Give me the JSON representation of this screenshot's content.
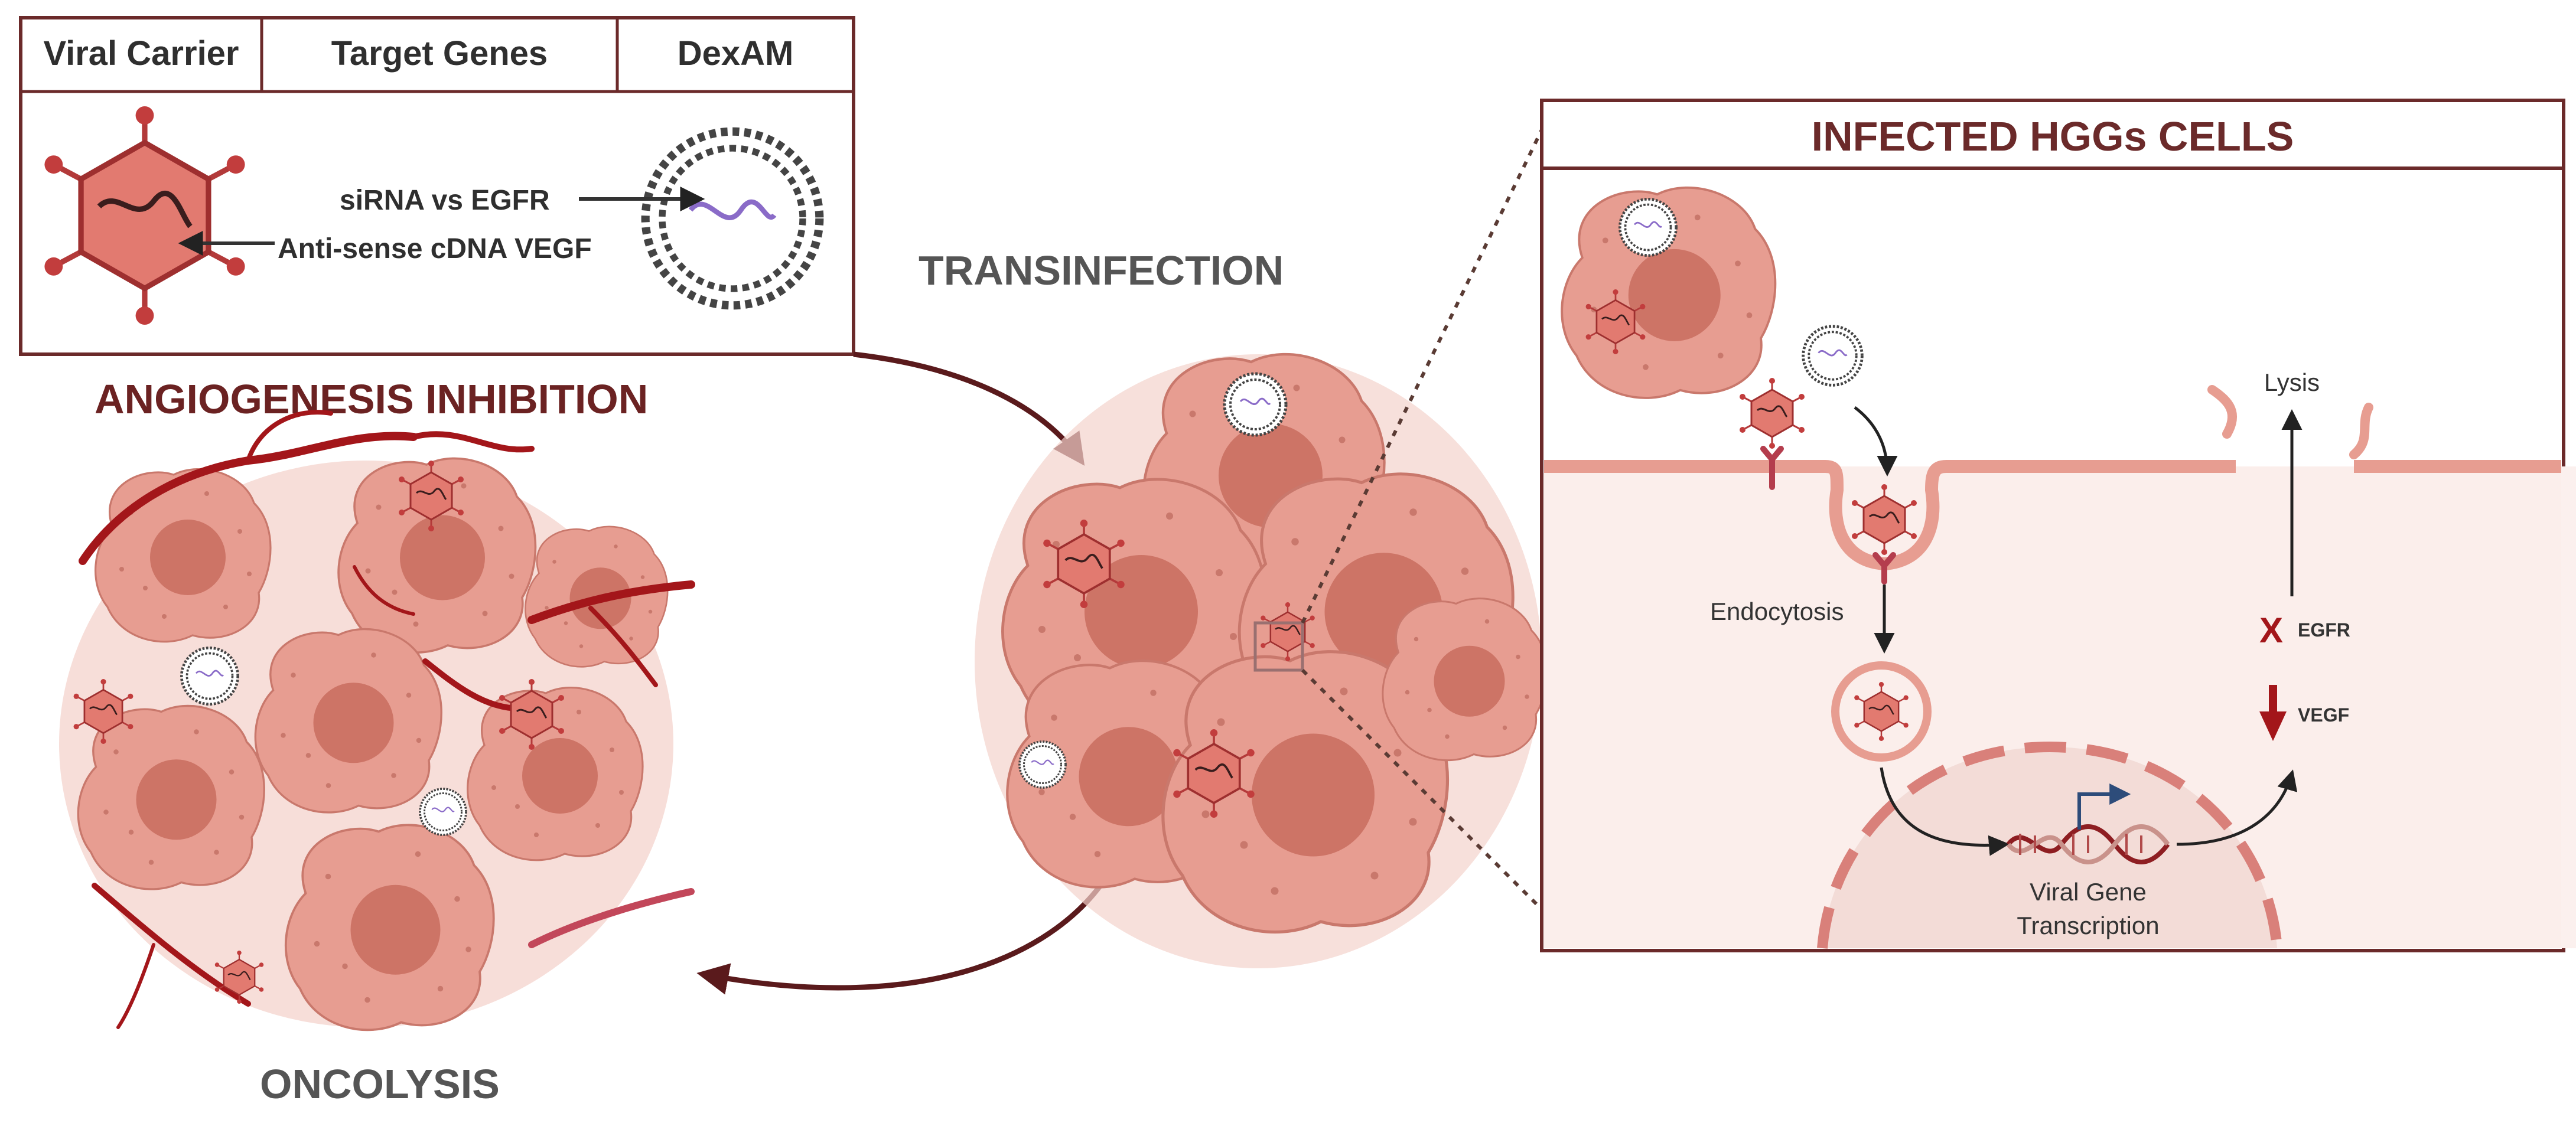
{
  "legend": {
    "headers": [
      "Viral Carrier",
      "Target Genes",
      "DexAM"
    ],
    "gene_labels": [
      "siRNA vs EGFR",
      "Anti-sense cDNA VEGF"
    ]
  },
  "process_labels": {
    "angiogenesis": "ANGIOGENESIS INHIBITION",
    "transinfection": "TRANSINFECTION",
    "oncolysis": "ONCOLYSIS"
  },
  "panel": {
    "title": "INFECTED HGGs CELLS",
    "lysis": "Lysis",
    "endocytosis": "Endocytosis",
    "egfr_marker": "X",
    "egfr": "EGFR",
    "vegf": "VEGF",
    "transcription_line1": "Viral Gene",
    "transcription_line2": "Transcription"
  },
  "colors": {
    "frame": "#6b2a2a",
    "title_dark_red": "#6b2222",
    "cell_fill": "#e8998d",
    "cell_light": "#f3cdc5",
    "nucleus": "#c96d60",
    "vessel": "#a3161a",
    "arrow": "#5a1a1c",
    "dna_blue": "#2d4c7a"
  }
}
